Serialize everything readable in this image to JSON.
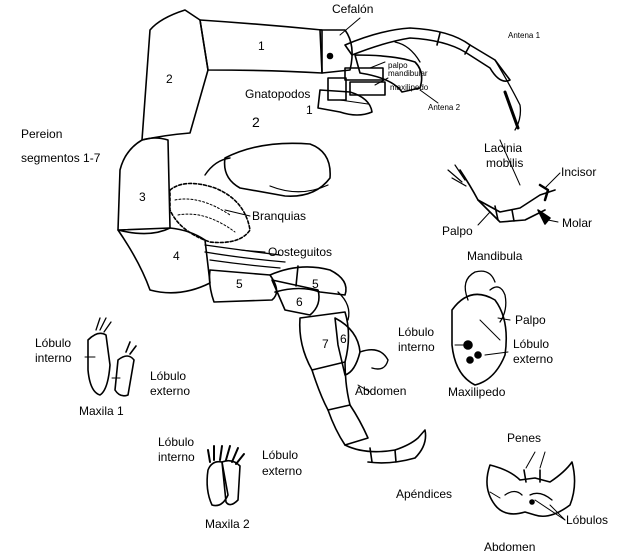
{
  "labels": {
    "cefalon": "Cefalón",
    "antena1": "Antena 1",
    "antena2": "Antena 2",
    "palpo_mandibular": "palpo mandibular",
    "maxilipedo_small": "maxilipedo",
    "gnatopodos": "Gnatopodos",
    "gnat1": "1",
    "gnat2": "2",
    "pereion_line1": "Pereion",
    "pereion_line2": "segmentos 1-7",
    "seg1": "1",
    "seg2": "2",
    "seg3": "3",
    "seg4": "4",
    "seg5": "5",
    "seg6": "6",
    "seg7": "7",
    "leg5": "5",
    "leg6": "6",
    "branquias": "Branquias",
    "oosteguitos": "Oosteguitos",
    "abdomen_main": "Abdomen",
    "lacinia_line1": "Lacinia",
    "lacinia_line2": "mobilis",
    "incisor": "Incisor",
    "molar": "Molar",
    "palpo_mand": "Palpo",
    "mandibula": "Mandibula",
    "palpo_maxp": "Palpo",
    "lob_int_maxp_1": "Lóbulo",
    "lob_int_maxp_2": "interno",
    "lob_ext_maxp_1": "Lóbulo",
    "lob_ext_maxp_2": "externo",
    "maxilipedo": "Maxilipedo",
    "lob_int_m1_1": "Lóbulo",
    "lob_int_m1_2": "interno",
    "lob_ext_m1_1": "Lóbulo",
    "lob_ext_m1_2": "externo",
    "maxila1": "Maxila  1",
    "lob_int_m2_1": "Lóbulo",
    "lob_int_m2_2": "interno",
    "lob_ext_m2_1": "Lóbulo",
    "lob_ext_m2_2": "externo",
    "maxila2": "Maxila 2",
    "penes": "Penes",
    "apendices": "Apéndices",
    "lobulos": "Lóbulos",
    "abdomen_bottom": "Abdomen"
  }
}
